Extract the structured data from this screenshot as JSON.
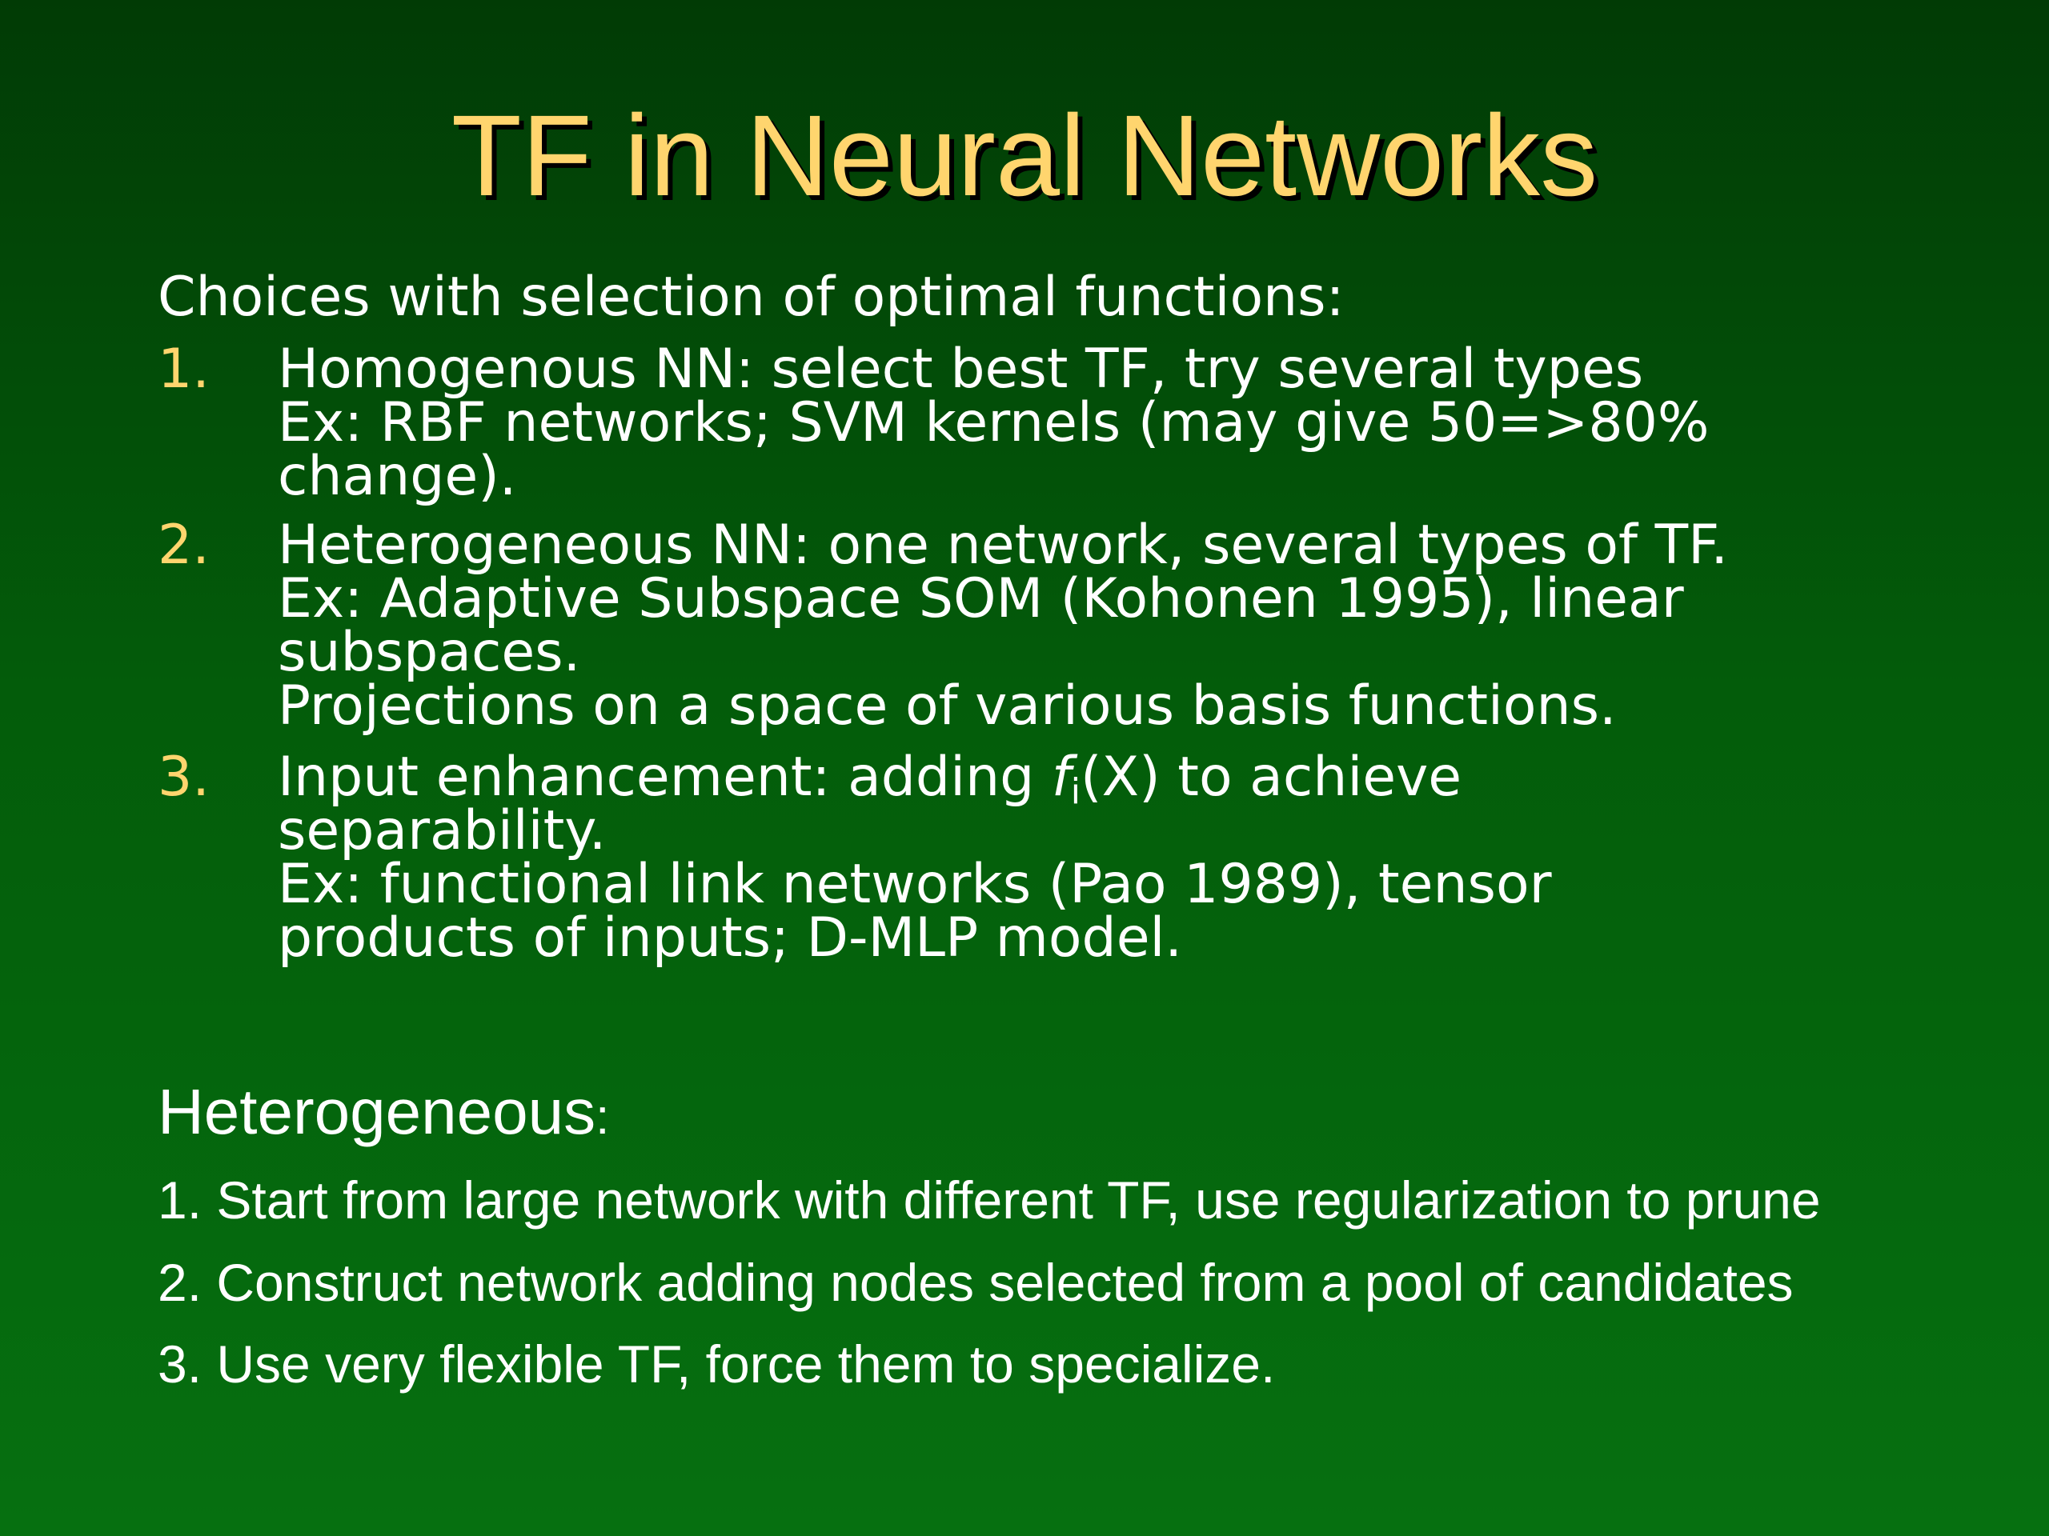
{
  "slide": {
    "title": "TF in Neural Networks",
    "intro": "Choices with selection of optimal functions:",
    "items": [
      {
        "number": "1.",
        "lines": [
          "Homogenous NN: select best TF, try several types",
          "Ex: RBF networks; SVM kernels (may give 50=>80%",
          "change)."
        ]
      },
      {
        "number": "2.",
        "lines": [
          "Heterogeneous NN: one network, several types of TF.",
          "Ex: Adaptive Subspace SOM (Kohonen 1995), linear",
          "subspaces.",
          "Projections on a space of various basis functions."
        ]
      },
      {
        "number": "3.",
        "line1_prefix": "Input enhancement: adding ",
        "fx_base": "f",
        "fx_sub": "i",
        "fx_arg": "(X)",
        "line1_suffix": " to achieve",
        "lines": [
          "separability.",
          "Ex: functional link networks (Pao 1989), tensor",
          "products of inputs; D-MLP model."
        ]
      }
    ],
    "heterogeneous": {
      "heading": "Heterogeneous",
      "colon": ":",
      "items": [
        "1. Start from large network with different TF, use regularization to prune",
        "2. Construct network adding nodes selected from a pool of candidates",
        "3. Use very flexible TF, force them to specialize."
      ]
    }
  }
}
